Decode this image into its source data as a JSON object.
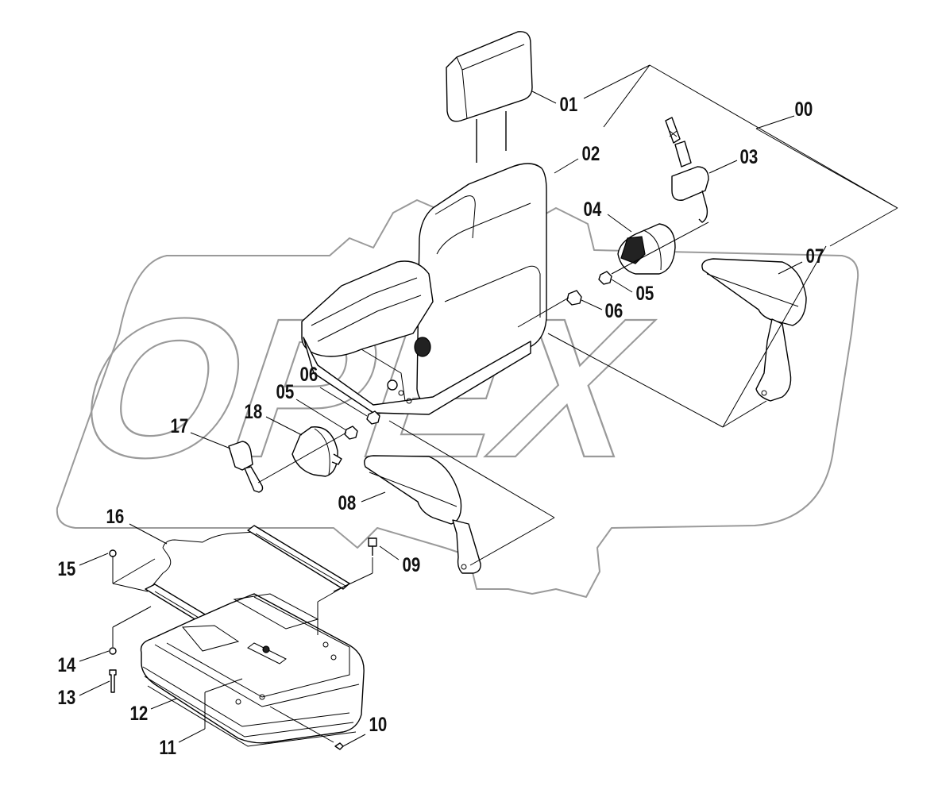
{
  "watermark": {
    "text": "OPEX"
  },
  "callouts": {
    "c00": "00",
    "c01": "01",
    "c02": "02",
    "c03": "03",
    "c04": "04",
    "c05a": "05",
    "c06a": "06",
    "c05b": "05",
    "c06b": "06",
    "c07": "07",
    "c08": "08",
    "c09": "09",
    "c10": "10",
    "c11": "11",
    "c12": "12",
    "c13": "13",
    "c14": "14",
    "c15": "15",
    "c16": "16",
    "c17": "17",
    "c18": "18"
  }
}
